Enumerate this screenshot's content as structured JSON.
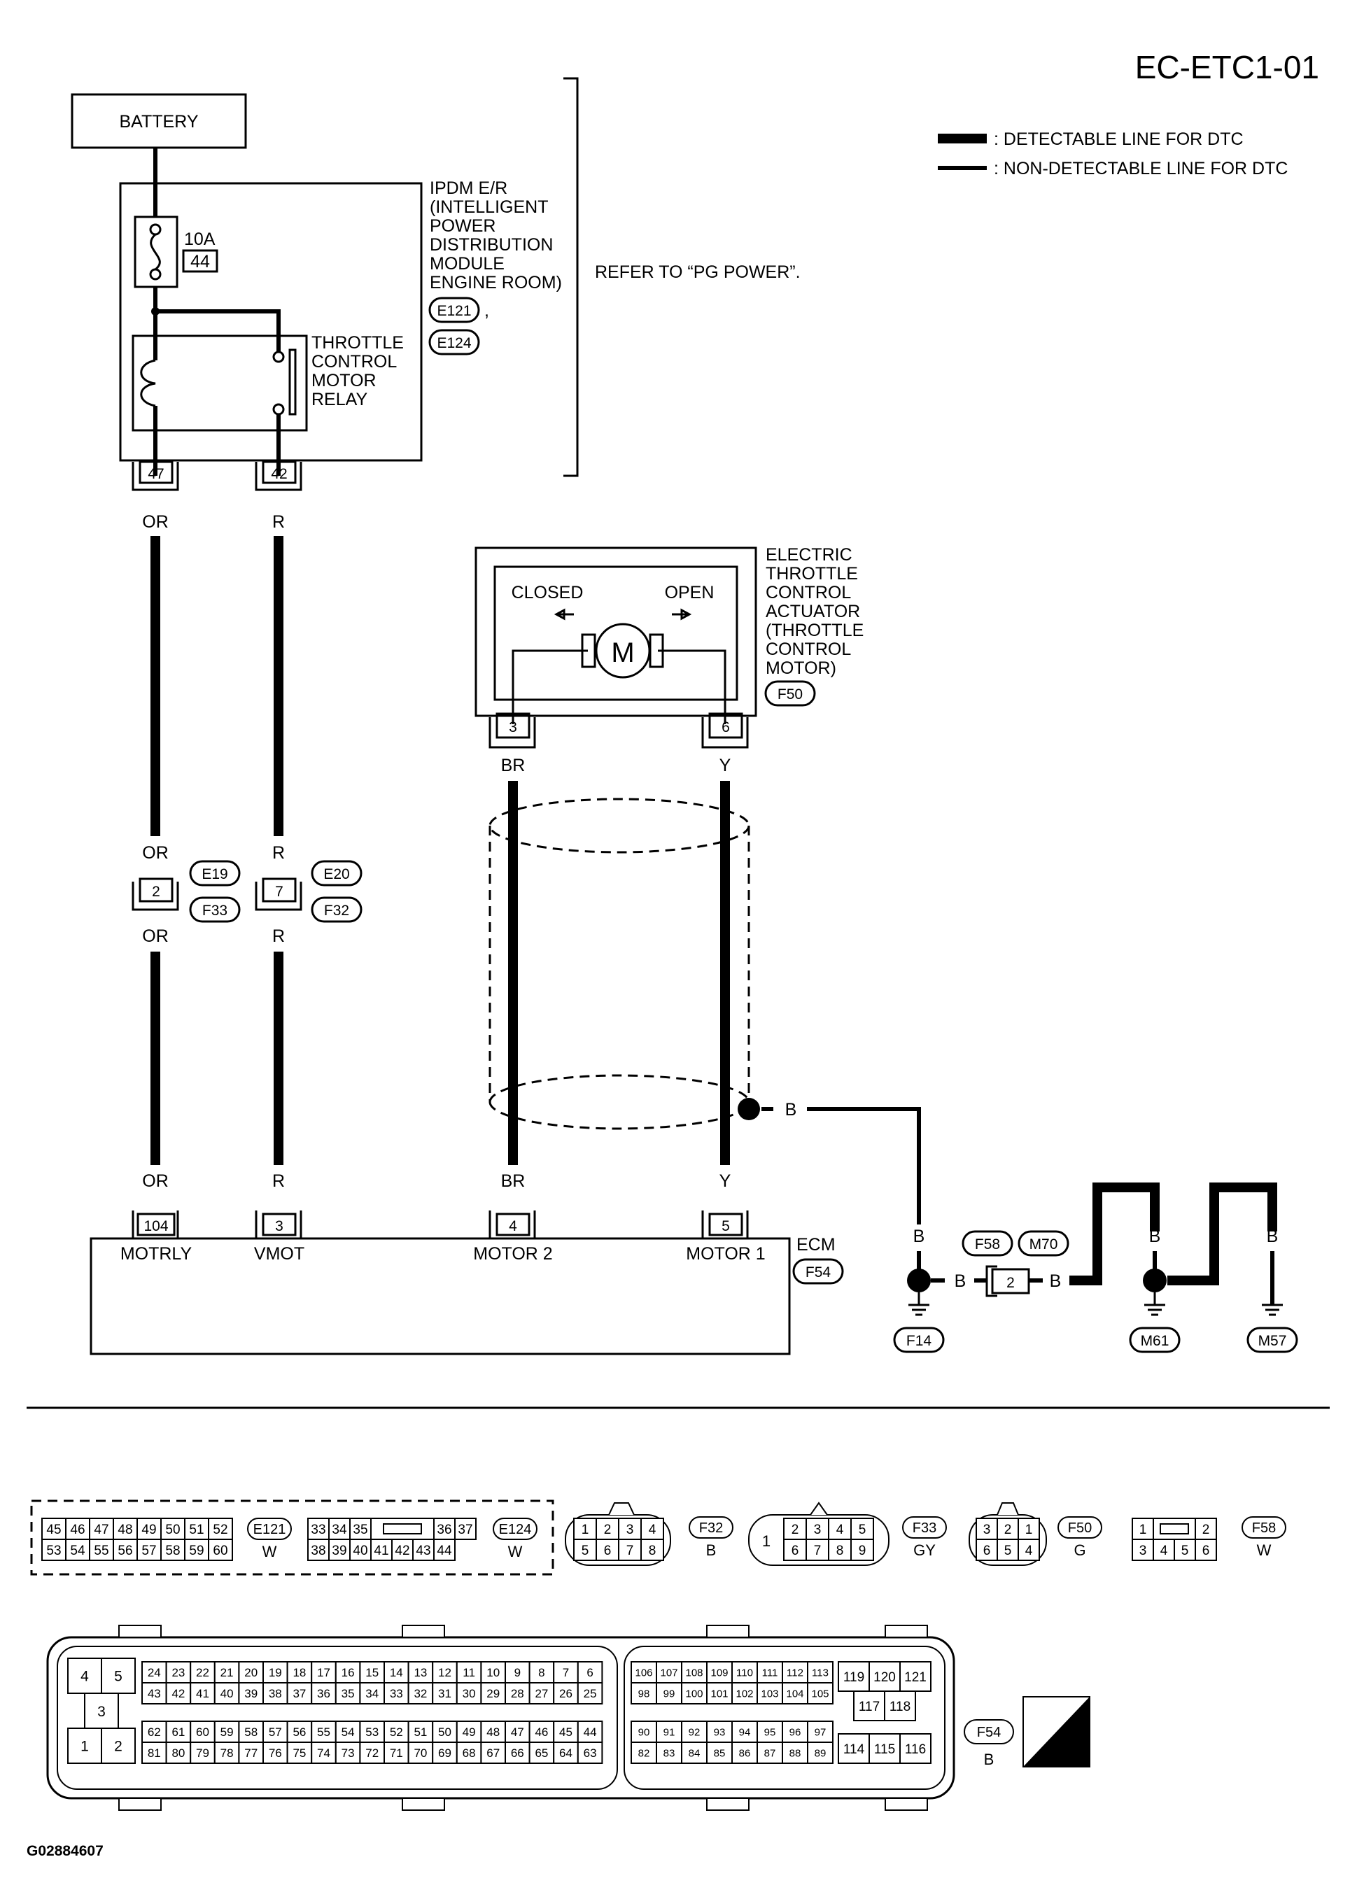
{
  "header": {
    "page_id": "EC-ETC1-01",
    "figure_id": "G02884607"
  },
  "legend": {
    "detectable": ": DETECTABLE LINE FOR DTC",
    "non_detectable": ": NON-DETECTABLE LINE FOR DTC"
  },
  "battery": {
    "label": "BATTERY"
  },
  "ipdm": {
    "lines": [
      "IPDM E/R",
      "(INTELLIGENT",
      "POWER",
      "DISTRIBUTION",
      "MODULE",
      "ENGINE ROOM)"
    ],
    "connector_a": "E121",
    "connector_b": "E124",
    "fuse_rating": "10A",
    "fuse_number": "44",
    "pin_left": "47",
    "pin_right": "42",
    "refer": "REFER TO “PG POWER”."
  },
  "relay": {
    "lines": [
      "THROTTLE",
      "CONTROL",
      "MOTOR",
      "RELAY"
    ]
  },
  "actuator": {
    "lines": [
      "ELECTRIC",
      "THROTTLE",
      "CONTROL",
      "ACTUATOR",
      "(THROTTLE",
      "CONTROL",
      "MOTOR)"
    ],
    "connector": "F50",
    "closed": "CLOSED",
    "open": "OPEN",
    "motor": "M",
    "pin_left": "3",
    "pin_right": "6"
  },
  "wires": {
    "or": "OR",
    "r": "R",
    "br": "BR",
    "y": "Y",
    "b": "B"
  },
  "joint": {
    "left_pin": "2",
    "right_pin": "7",
    "left_top": "E19",
    "left_bottom": "F33",
    "right_top": "E20",
    "right_bottom": "F32"
  },
  "ecm": {
    "label": "ECM",
    "connector": "F54",
    "pins": [
      {
        "num": "104",
        "name": "MOTRLY"
      },
      {
        "num": "3",
        "name": "VMOT"
      },
      {
        "num": "4",
        "name": "MOTOR 2"
      },
      {
        "num": "5",
        "name": "MOTOR 1"
      }
    ]
  },
  "ground": {
    "f58": "F58",
    "m70": "M70",
    "pin": "2",
    "f14": "F14",
    "m61": "M61",
    "m57": "M57"
  },
  "connectors": {
    "e121": {
      "id": "E121",
      "color": "W",
      "row1": [
        "45",
        "46",
        "47",
        "48",
        "49",
        "50",
        "51",
        "52"
      ],
      "row2": [
        "53",
        "54",
        "55",
        "56",
        "57",
        "58",
        "59",
        "60"
      ]
    },
    "e124": {
      "id": "E124",
      "color": "W",
      "row1a": [
        "33",
        "34",
        "35"
      ],
      "row1b": [
        "36",
        "37"
      ],
      "row2": [
        "38",
        "39",
        "40",
        "41",
        "42",
        "43",
        "44"
      ]
    },
    "f32": {
      "id": "F32",
      "color": "B",
      "row1": [
        "1",
        "2",
        "3",
        "4"
      ],
      "row2": [
        "5",
        "6",
        "7",
        "8"
      ]
    },
    "f33": {
      "id": "F33",
      "color": "GY",
      "big": "1",
      "row1": [
        "2",
        "3",
        "4",
        "5"
      ],
      "row2": [
        "6",
        "7",
        "8",
        "9"
      ]
    },
    "f50": {
      "id": "F50",
      "color": "G",
      "row1": [
        "3",
        "2",
        "1"
      ],
      "row2": [
        "6",
        "5",
        "4"
      ]
    },
    "f58": {
      "id": "F58",
      "color": "W",
      "row1": [
        "1",
        "2"
      ],
      "row2": [
        "3",
        "4",
        "5",
        "6"
      ]
    },
    "f54": {
      "id": "F54",
      "color": "B",
      "hs": "H.S.",
      "left_top": [
        "4",
        "5"
      ],
      "left_mid": "3",
      "left_bot": [
        "1",
        "2"
      ],
      "r1": [
        "24",
        "23",
        "22",
        "21",
        "20",
        "19",
        "18",
        "17",
        "16",
        "15",
        "14",
        "13",
        "12",
        "11",
        "10",
        "9",
        "8",
        "7",
        "6"
      ],
      "r2": [
        "43",
        "42",
        "41",
        "40",
        "39",
        "38",
        "37",
        "36",
        "35",
        "34",
        "33",
        "32",
        "31",
        "30",
        "29",
        "28",
        "27",
        "26",
        "25"
      ],
      "r3": [
        "62",
        "61",
        "60",
        "59",
        "58",
        "57",
        "56",
        "55",
        "54",
        "53",
        "52",
        "51",
        "50",
        "49",
        "48",
        "47",
        "46",
        "45",
        "44"
      ],
      "r4": [
        "81",
        "80",
        "79",
        "78",
        "77",
        "76",
        "75",
        "74",
        "73",
        "72",
        "71",
        "70",
        "69",
        "68",
        "67",
        "66",
        "65",
        "64",
        "63"
      ],
      "m1": [
        "106",
        "107",
        "108",
        "109",
        "110",
        "111",
        "112",
        "113"
      ],
      "m2": [
        "98",
        "99",
        "100",
        "101",
        "102",
        "103",
        "104",
        "105"
      ],
      "m3": [
        "90",
        "91",
        "92",
        "93",
        "94",
        "95",
        "96",
        "97"
      ],
      "m4": [
        "82",
        "83",
        "84",
        "85",
        "86",
        "87",
        "88",
        "89"
      ],
      "s1": [
        "119",
        "120",
        "121"
      ],
      "s2": [
        "117",
        "118"
      ],
      "s3": [
        "114",
        "115",
        "116"
      ]
    }
  }
}
